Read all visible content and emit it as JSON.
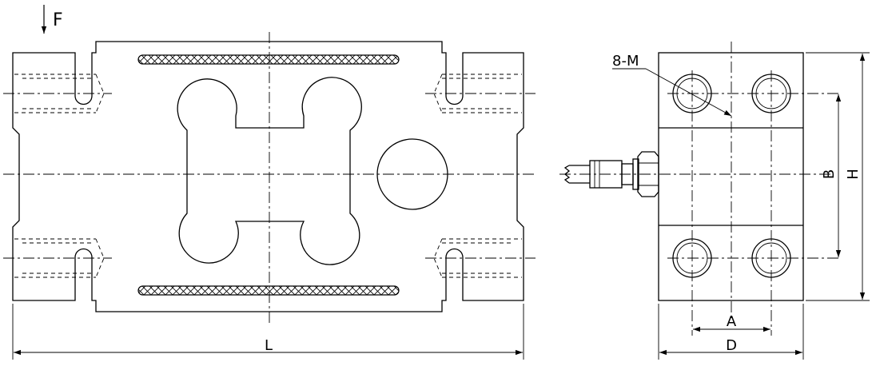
{
  "labels": {
    "force": "F",
    "length": "L",
    "holes": "8-M",
    "hole_spacing_x": "A",
    "depth": "D",
    "hole_spacing_y": "B",
    "height": "H"
  }
}
